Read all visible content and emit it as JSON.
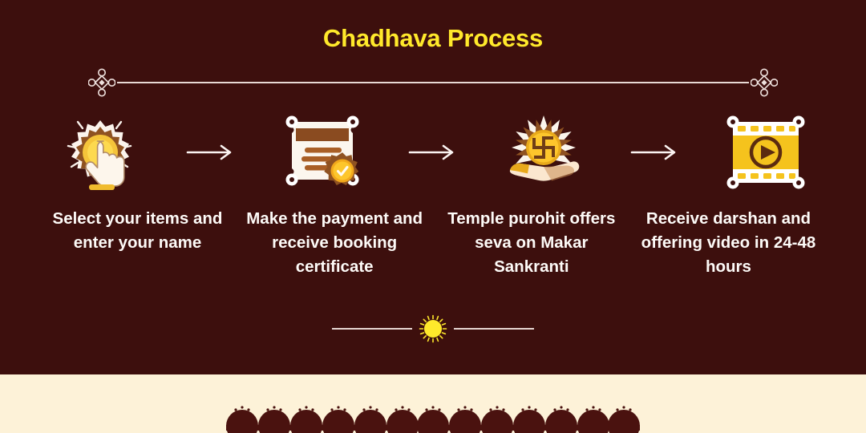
{
  "page": {
    "title": "Chadhava Process",
    "background_color": "#3d0f0d",
    "bottom_band_color": "#fdf2d8",
    "title_color": "#ffe92b",
    "caption_color": "#fdfaf7",
    "accent_gold": "#f2b705",
    "accent_brown": "#8a4b1e"
  },
  "divider_top": {
    "left_ornament": "decorative-knot-icon",
    "right_ornament": "decorative-knot-icon",
    "line_color": "#e9d9d4"
  },
  "steps": [
    {
      "index": 1,
      "icon": "hand-tap-sun-icon",
      "caption": "Select your items and enter your name"
    },
    {
      "index": 2,
      "icon": "certificate-seal-icon",
      "caption": "Make the payment and receive booking certificate"
    },
    {
      "index": 3,
      "icon": "hand-offering-swastika-coin-icon",
      "caption": "Temple purohit offers seva on Makar Sankranti"
    },
    {
      "index": 4,
      "icon": "film-strip-play-icon",
      "caption": "Receive darshan and offering video in 24-48 hours"
    }
  ],
  "arrows": [
    {
      "icon": "arrow-right-icon"
    },
    {
      "icon": "arrow-right-icon"
    },
    {
      "icon": "arrow-right-icon"
    }
  ],
  "divider_bottom": {
    "center_icon": "sun-icon",
    "sun_color": "#ffe92b",
    "line_color": "#e6d6d2"
  },
  "canopy": {
    "icon": "scalloped-canopy-decoration",
    "color": "#4a120f",
    "arch_count": 13
  }
}
